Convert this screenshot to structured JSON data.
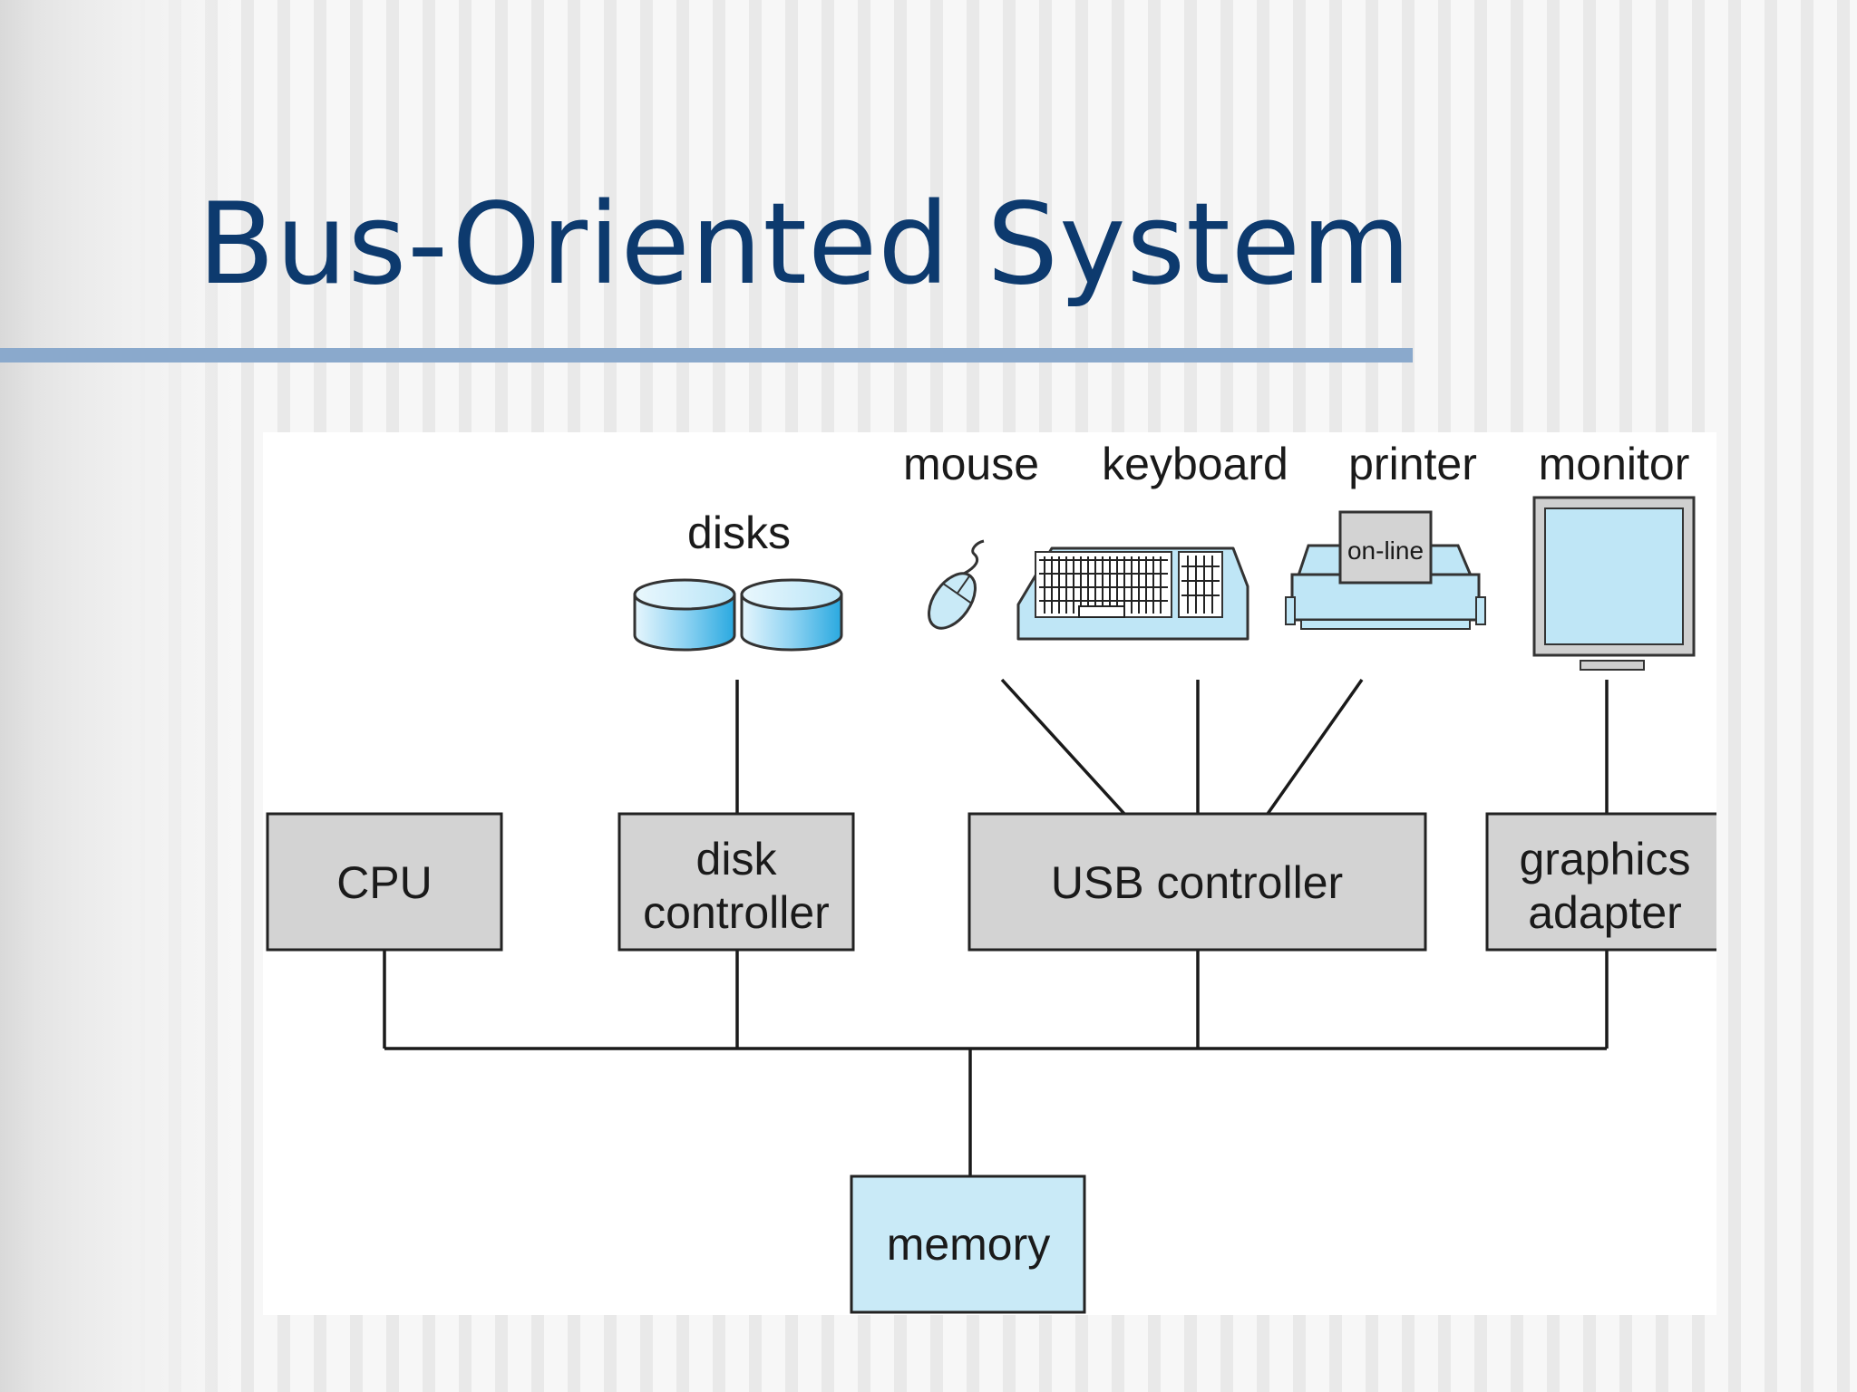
{
  "slide": {
    "title": "Bus-Oriented System"
  },
  "diagram": {
    "devices": {
      "disks": "disks",
      "mouse": "mouse",
      "keyboard": "keyboard",
      "printer": "printer",
      "printer_panel": "on-line",
      "monitor": "monitor"
    },
    "components": {
      "cpu": "CPU",
      "disk_controller_line1": "disk",
      "disk_controller_line2": "controller",
      "usb_controller": "USB controller",
      "graphics_adapter_line1": "graphics",
      "graphics_adapter_line2": "adapter",
      "memory": "memory"
    }
  },
  "colors": {
    "title": "#0d3a6e",
    "title_rule": "#8aa9cc",
    "controller_box": "#d3d3d3",
    "memory_box": "#c9eaf7",
    "device_fill": "#bfe6f6"
  }
}
